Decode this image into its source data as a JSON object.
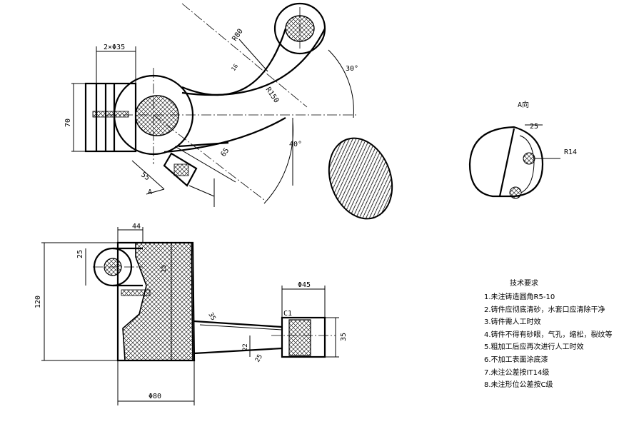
{
  "drawing": {
    "views": {
      "top": {
        "dims": [
          "2×Φ35",
          "70",
          "R80",
          "R150",
          "16",
          "65",
          "55",
          "30°",
          "40°"
        ],
        "section_mark": "A"
      },
      "aux": {
        "label": "A向",
        "dims": [
          "25",
          "R14"
        ]
      },
      "front": {
        "dims": [
          "44",
          "25",
          "120",
          "15",
          "Φ80",
          "35",
          "22",
          "25",
          "C1",
          "Φ45",
          "35"
        ]
      }
    },
    "tech_requirements": {
      "title": "技术要求",
      "items": [
        "1.未注铸造圆角R5-10",
        "2.铸件应彻底清砂，水套口应清除干净",
        "3.铸件需人工时效",
        "4.铸件不得有砂眼，气孔，缩松，裂纹等",
        "5.粗加工后应再次进行人工时效",
        "6.不加工表面涂底漆",
        "7.未注公差按IT14级",
        "8.未注形位公差按C级"
      ]
    }
  }
}
